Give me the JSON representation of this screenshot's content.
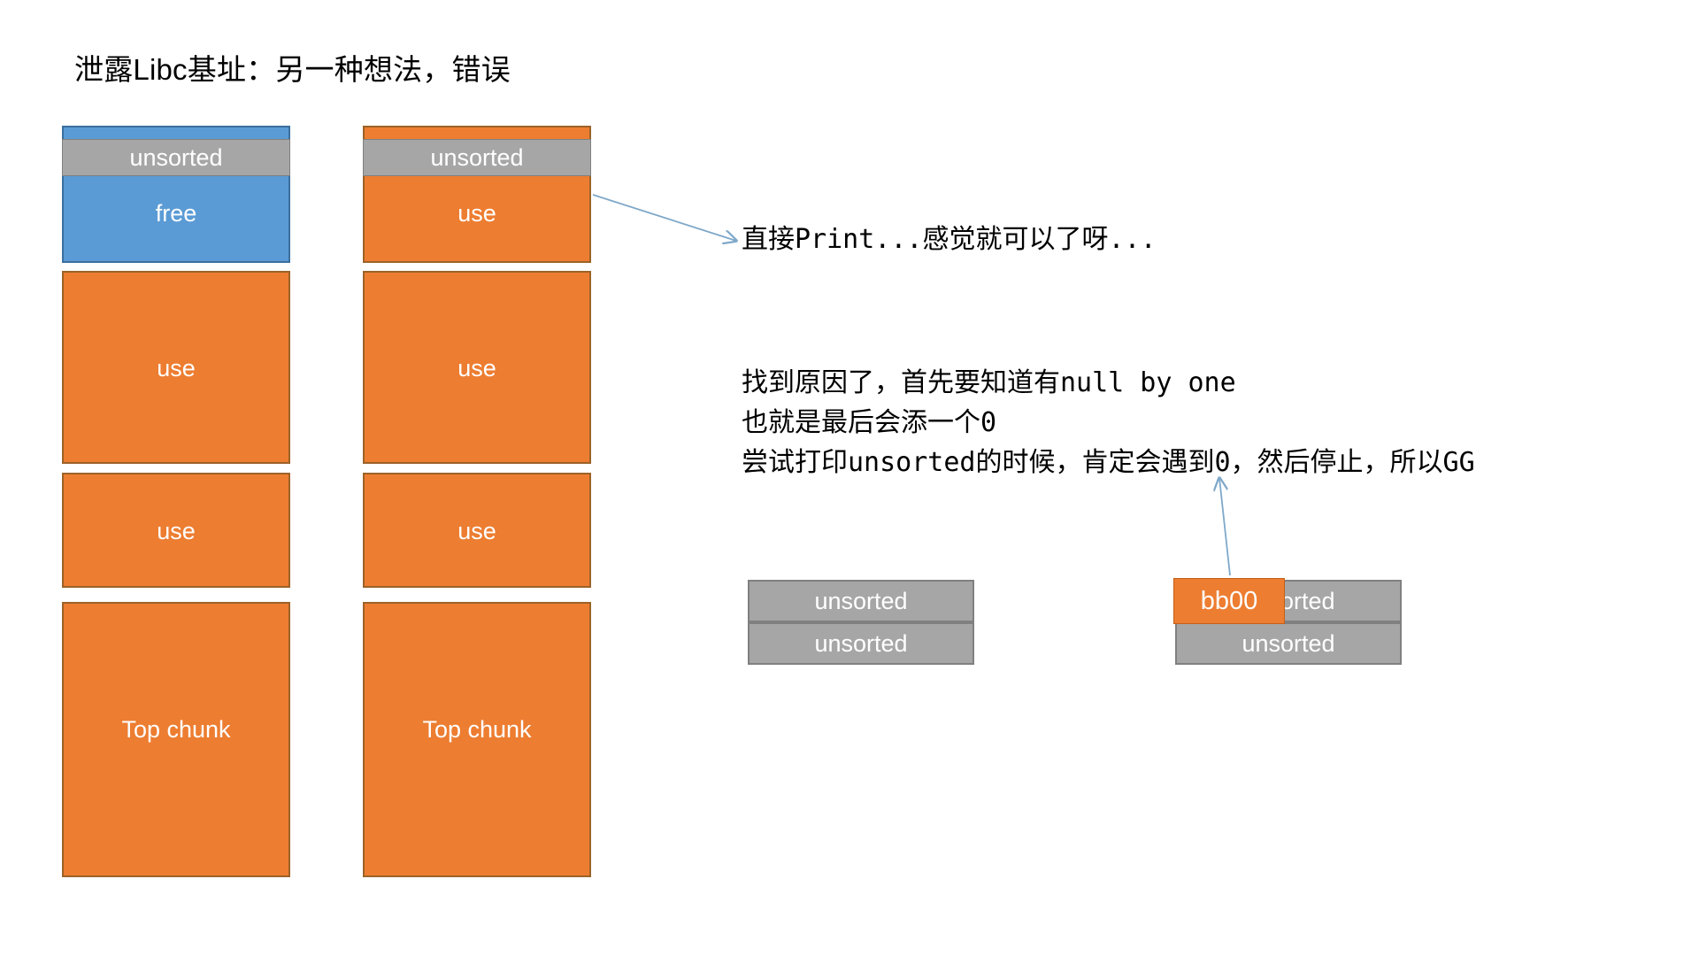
{
  "page": {
    "title": "泄露Libc基址：另一种想法，错误",
    "background": "#ffffff"
  },
  "colors": {
    "orange": "#ed7d31",
    "orange_border": "#9c6228",
    "blue": "#5b9bd5",
    "blue_border": "#3b6f9e",
    "gray": "#a6a6a6",
    "gray_border": "#808080",
    "arrow": "#7fa8c9",
    "text_on_fill": "#ffffff",
    "text": "#000000"
  },
  "columns": [
    {
      "name": "before",
      "blocks": [
        {
          "id": "c1-b1",
          "label": "free",
          "band_label": "unsorted",
          "fill": "blue"
        },
        {
          "id": "c1-b2",
          "label": "use",
          "band_label": null,
          "fill": "orange"
        },
        {
          "id": "c1-b3",
          "label": "use",
          "band_label": null,
          "fill": "orange"
        },
        {
          "id": "c1-b4",
          "label": "Top chunk",
          "band_label": null,
          "fill": "orange"
        }
      ]
    },
    {
      "name": "after",
      "blocks": [
        {
          "id": "c2-b1",
          "label": "use",
          "band_label": "unsorted",
          "fill": "orange"
        },
        {
          "id": "c2-b2",
          "label": "use",
          "band_label": null,
          "fill": "orange"
        },
        {
          "id": "c2-b3",
          "label": "use",
          "band_label": null,
          "fill": "orange"
        },
        {
          "id": "c2-b4",
          "label": "Top chunk",
          "band_label": null,
          "fill": "orange"
        }
      ]
    }
  ],
  "notes": {
    "idea": "直接Print...感觉就可以了呀...",
    "reason_lines": [
      "找到原因了，首先要知道有null by one",
      "也就是最后会添一个0",
      "尝试打印unsorted的时候，肯定会遇到0，然后停止，所以GG"
    ]
  },
  "bottom": {
    "left_group": {
      "box_top": "unsorted",
      "box_bottom": "unsorted"
    },
    "right_group": {
      "box_top": "unsorted",
      "box_bottom": "unsorted",
      "overlay": "bb00"
    }
  }
}
